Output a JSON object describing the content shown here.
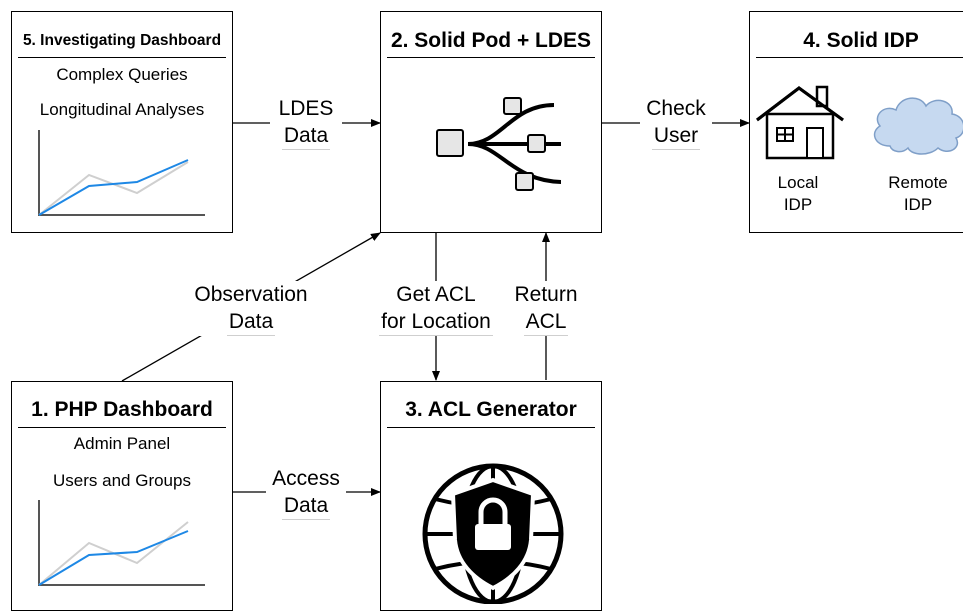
{
  "boxes": {
    "investigating": {
      "title": "5. Investigating Dashboard",
      "line1": "Complex Queries",
      "line2": "Longitudinal Analyses"
    },
    "pod": {
      "title": "2. Solid Pod + LDES"
    },
    "idp": {
      "title": "4. Solid IDP",
      "local_line1": "Local",
      "local_line2": "IDP",
      "remote_line1": "Remote",
      "remote_line2": "IDP"
    },
    "php": {
      "title": "1. PHP Dashboard",
      "line1": "Admin Panel",
      "line2": "Users and Groups"
    },
    "acl": {
      "title": "3. ACL Generator"
    }
  },
  "edges": {
    "ldes": {
      "line1": "LDES",
      "line2": "Data"
    },
    "check": {
      "line1": "Check",
      "line2": "User"
    },
    "observation": {
      "line1": "Observation",
      "line2": "Data"
    },
    "getacl": {
      "line1": "Get ACL",
      "line2": "for Location"
    },
    "returnacl": {
      "line1": "Return",
      "line2": "ACL"
    },
    "access": {
      "line1": "Access",
      "line2": "Data"
    }
  },
  "colors": {
    "line_blue": "#1e88e5",
    "line_gray": "#cfcfcf",
    "cloud": "#c6d9f0",
    "node_fill": "#e6e6e6"
  },
  "icons": [
    "tree-network-icon",
    "house-icon",
    "cloud-icon",
    "globe-lock-icon",
    "mini-line-chart-icon"
  ]
}
